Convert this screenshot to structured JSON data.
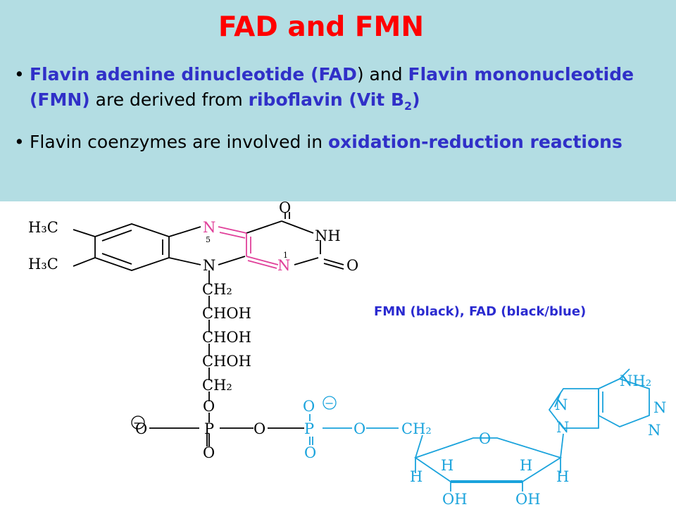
{
  "slide": {
    "title": "FAD and FMN",
    "bullet1": {
      "parts": [
        "Flavin adenine dinucleotide (",
        "FAD",
        ") and ",
        "Flavin mononucleotide (FMN)",
        " are derived from ",
        "riboflavin (Vit B",
        "2",
        ")"
      ]
    },
    "bullet2": {
      "parts": [
        "Flavin coenzymes are involved in ",
        "oxidation-reduction reactions"
      ]
    },
    "caption": "FMN (black),   FAD (black/blue)"
  },
  "structure": {
    "labels": {
      "h3c": "H₃C",
      "n5": "N",
      "n5_num": "5",
      "n1": "N",
      "n1_num": "1",
      "n10": "N",
      "o": "O",
      "nh": "NH",
      "ch2": "CH₂",
      "choh": "CHOH",
      "p": "P",
      "minus": "−",
      "nh2": "NH₂",
      "n": "N",
      "h": "H",
      "oh": "OH"
    },
    "colors": {
      "fmn": "#000000",
      "flavin_highlight": "#e0409a",
      "fad": "#1aa3dc"
    }
  }
}
